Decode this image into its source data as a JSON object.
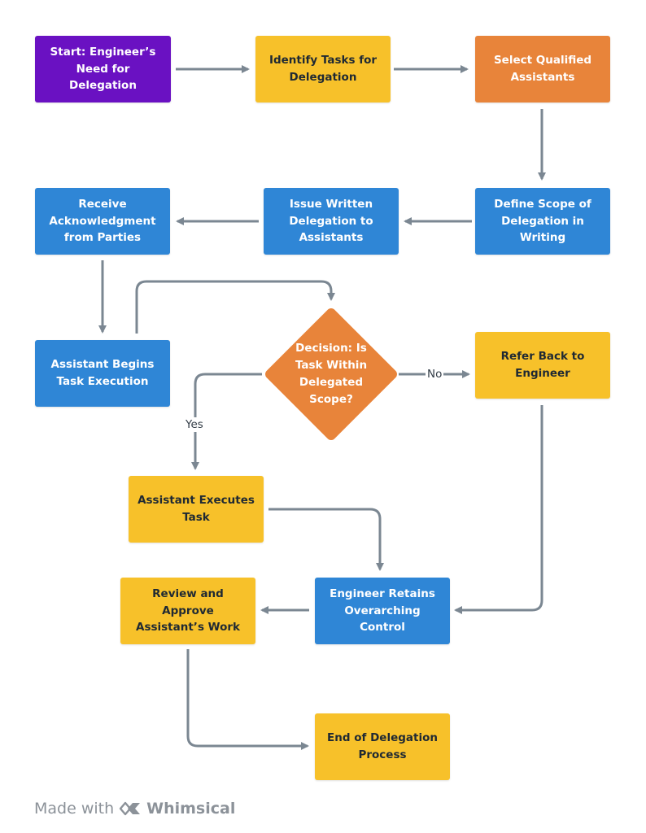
{
  "colors": {
    "purple": "#6a11c2",
    "yellow": "#f7c12a",
    "orange": "#e8843a",
    "blue": "#2f86d6",
    "arrow": "#7b8792",
    "footer_text": "#8c9299"
  },
  "nodes": {
    "start": {
      "label": "Start: Engineer’s\nNeed for Delegation",
      "color": "purple"
    },
    "identify": {
      "label": "Identify Tasks for\nDelegation",
      "color": "yellow"
    },
    "select": {
      "label": "Select Qualified\nAssistants",
      "color": "orange"
    },
    "define": {
      "label": "Define Scope of\nDelegation in Writing",
      "color": "blue"
    },
    "issue": {
      "label": "Issue Written\nDelegation to\nAssistants",
      "color": "blue"
    },
    "receive": {
      "label": "Receive\nAcknowledgment\nfrom Parties",
      "color": "blue"
    },
    "begins": {
      "label": "Assistant Begins\nTask Execution",
      "color": "blue"
    },
    "decision": {
      "label": "Decision: Is\nTask Within\nDelegated\nScope?",
      "color": "orange"
    },
    "refer": {
      "label": "Refer Back to\nEngineer",
      "color": "yellow"
    },
    "executes": {
      "label": "Assistant Executes\nTask",
      "color": "yellow"
    },
    "retains": {
      "label": "Engineer Retains\nOverarching Control",
      "color": "blue"
    },
    "review": {
      "label": "Review and Approve\nAssistant’s Work",
      "color": "yellow"
    },
    "end": {
      "label": "End of Delegation\nProcess",
      "color": "yellow"
    }
  },
  "edges": {
    "no_label": "No",
    "yes_label": "Yes"
  },
  "footer": {
    "made_with": "Made with",
    "brand": "Whimsical",
    "logo_icon": "whimsical-logo-icon"
  }
}
